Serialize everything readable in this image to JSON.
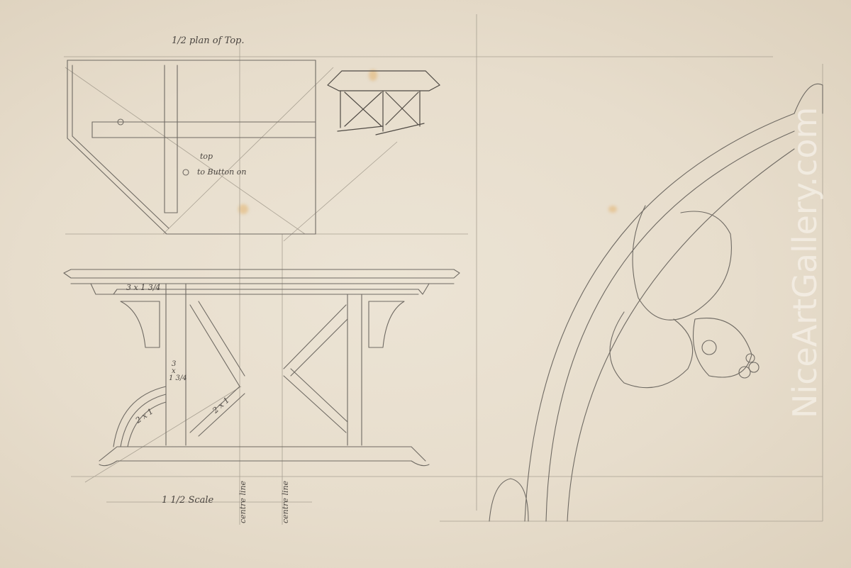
{
  "artwork": {
    "type": "pencil design drawing for a table",
    "paper_color": "#e7ddcc",
    "pencil_color": "#6f6a63"
  },
  "labels": {
    "plan_title": "1/2 plan of Top.",
    "top_note": "top",
    "button_note": "to Button on",
    "rail_dimension": "3 x 1 3/4",
    "post_dimension_1": "3",
    "post_dimension_2": "x",
    "post_dimension_3": "1 3/4",
    "brace_dimension": "2 x 1",
    "arch_dimension": "2 x 1",
    "scale_note": "1 1/2 Scale",
    "center_line_1": "centre line",
    "center_line_2": "centre line"
  },
  "views": [
    {
      "name": "half-plan-of-top"
    },
    {
      "name": "perspective-sketch"
    },
    {
      "name": "front-elevation"
    },
    {
      "name": "gothic-spandrel-detail"
    }
  ],
  "watermark": "NiceArtGallery.com"
}
